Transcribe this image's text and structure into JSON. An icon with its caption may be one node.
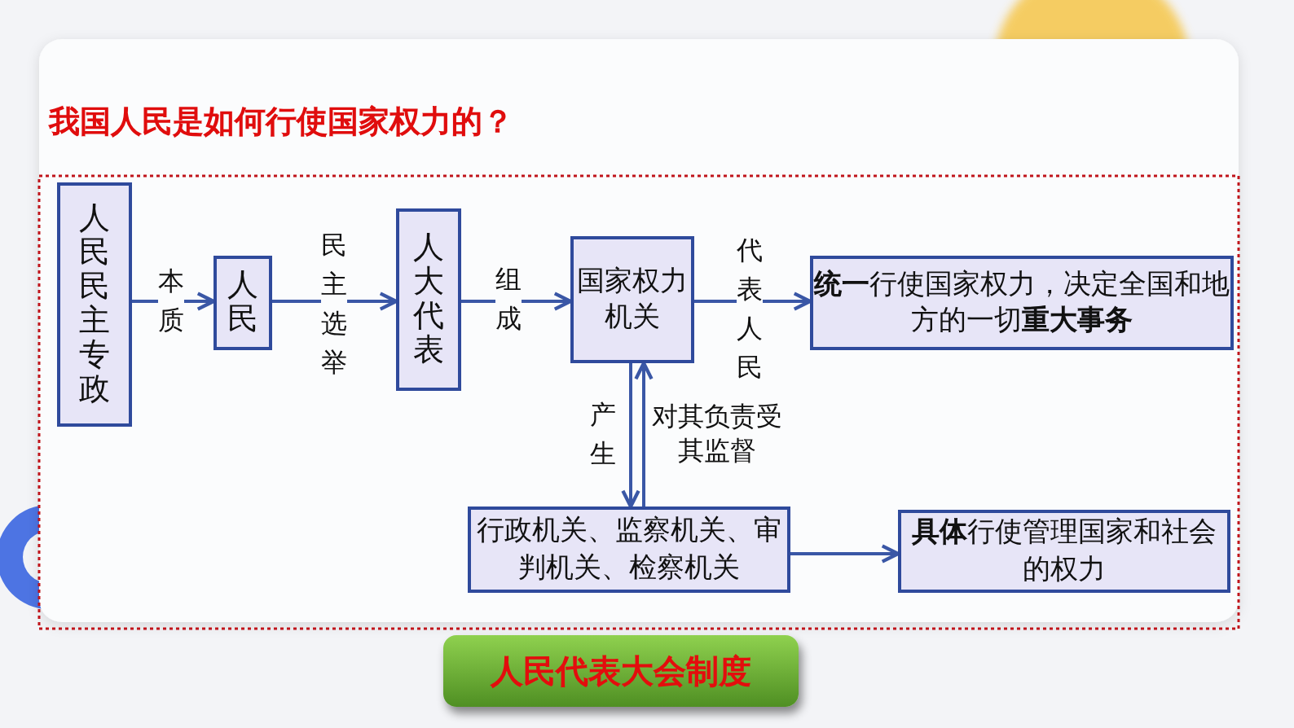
{
  "diagram": {
    "title": "我国人民是如何行使国家权力的？",
    "nodes": [
      {
        "text": [
          "人民民主专政"
        ]
      },
      {
        "text": [
          "人民"
        ]
      },
      {
        "text": [
          "人大代表"
        ]
      },
      {
        "text": [
          "国家权力机关"
        ]
      },
      {
        "text": [
          "**统一**行使国家权力，决定全国和地方的一切**重大事务**"
        ]
      },
      {
        "text": [
          "行政机关、监察机关、审判机关、检察机关"
        ]
      },
      {
        "text": [
          "**具体**行使管理国家和社会的权力"
        ]
      },
      {
        "text": [
          "人民代表大会制度"
        ]
      }
    ],
    "edges": [
      {
        "from": 0,
        "to": 1,
        "arrow": "to",
        "label": "本质"
      },
      {
        "from": 1,
        "to": 2,
        "arrow": "to",
        "label": "民主选举"
      },
      {
        "from": 2,
        "to": 3,
        "arrow": "to",
        "label": "组成"
      },
      {
        "from": 3,
        "to": 4,
        "arrow": "to",
        "label": "代表人民"
      },
      {
        "from": 3,
        "to": 5,
        "arrow": "to",
        "label": "产生"
      },
      {
        "from": 5,
        "to": 3,
        "arrow": "to",
        "label": "对其负责受其监督"
      },
      {
        "from": 5,
        "to": 6,
        "arrow": "to"
      }
    ]
  }
}
